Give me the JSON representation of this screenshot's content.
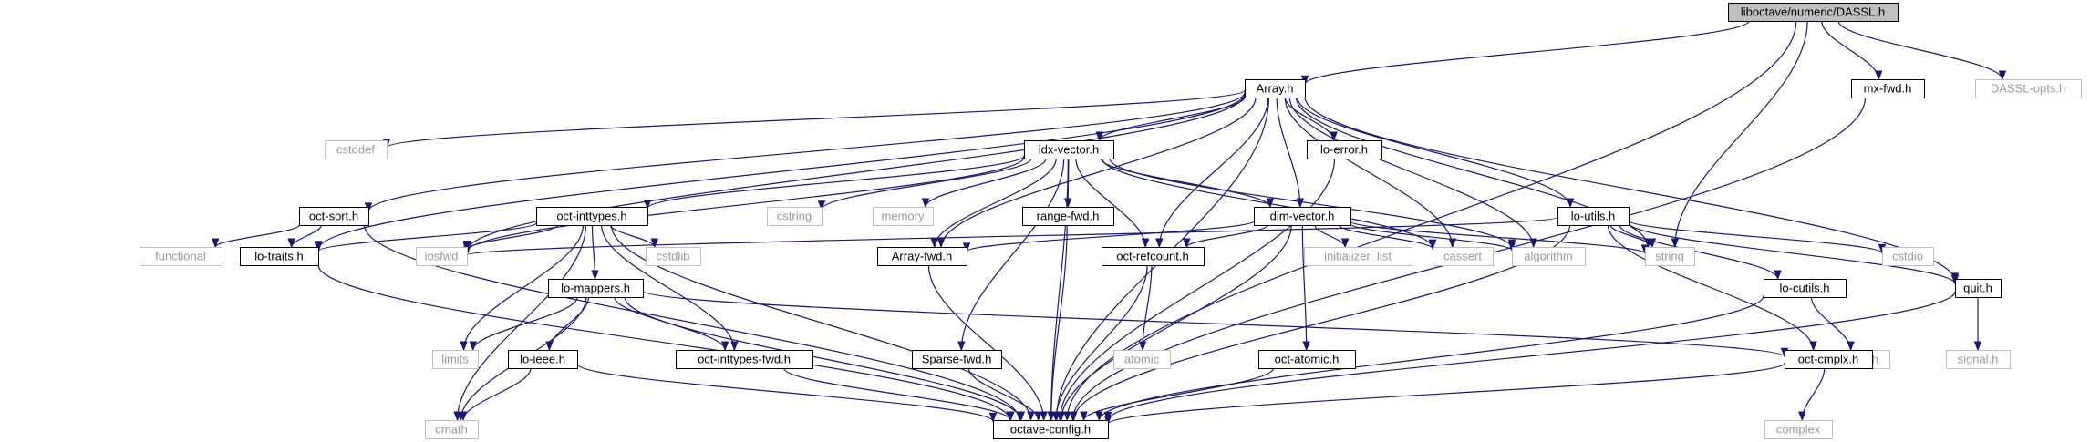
{
  "graph": {
    "root": "liboctave/numeric/DASSL.h",
    "colors": {
      "edge": "#191970",
      "root_fill": "#bfbfbf",
      "external_border": "#bfbfbf",
      "external_text": "#9a9a9a"
    },
    "nodes": [
      {
        "id": "dassl",
        "label": "liboctave/numeric/DASSL.h",
        "kind": "root"
      },
      {
        "id": "array",
        "label": "Array.h",
        "kind": "header"
      },
      {
        "id": "mxfwd",
        "label": "mx-fwd.h",
        "kind": "header"
      },
      {
        "id": "dasslopts",
        "label": "DASSL-opts.h",
        "kind": "external"
      },
      {
        "id": "cstddef",
        "label": "cstddef",
        "kind": "external"
      },
      {
        "id": "idxvector",
        "label": "idx-vector.h",
        "kind": "header"
      },
      {
        "id": "loerror",
        "label": "lo-error.h",
        "kind": "header"
      },
      {
        "id": "octsort",
        "label": "oct-sort.h",
        "kind": "header"
      },
      {
        "id": "octinttypes",
        "label": "oct-inttypes.h",
        "kind": "header"
      },
      {
        "id": "cstring",
        "label": "cstring",
        "kind": "external"
      },
      {
        "id": "memory",
        "label": "memory",
        "kind": "external"
      },
      {
        "id": "rangefwd",
        "label": "range-fwd.h",
        "kind": "header"
      },
      {
        "id": "dimvector",
        "label": "dim-vector.h",
        "kind": "header"
      },
      {
        "id": "loutils",
        "label": "lo-utils.h",
        "kind": "header"
      },
      {
        "id": "functional",
        "label": "functional",
        "kind": "external"
      },
      {
        "id": "lotraits",
        "label": "lo-traits.h",
        "kind": "header"
      },
      {
        "id": "iosfwd",
        "label": "iosfwd",
        "kind": "external"
      },
      {
        "id": "cstdlib",
        "label": "cstdlib",
        "kind": "external"
      },
      {
        "id": "arrayfwd",
        "label": "Array-fwd.h",
        "kind": "header"
      },
      {
        "id": "octrefcount",
        "label": "oct-refcount.h",
        "kind": "header"
      },
      {
        "id": "initlist",
        "label": "initializer_list",
        "kind": "external"
      },
      {
        "id": "cassert",
        "label": "cassert",
        "kind": "external"
      },
      {
        "id": "algorithm",
        "label": "algorithm",
        "kind": "external"
      },
      {
        "id": "string",
        "label": "string",
        "kind": "external"
      },
      {
        "id": "locutils",
        "label": "lo-cutils.h",
        "kind": "header"
      },
      {
        "id": "cstdio",
        "label": "cstdio",
        "kind": "external"
      },
      {
        "id": "quit",
        "label": "quit.h",
        "kind": "header"
      },
      {
        "id": "lomappers",
        "label": "lo-mappers.h",
        "kind": "header"
      },
      {
        "id": "limits",
        "label": "limits",
        "kind": "external"
      },
      {
        "id": "loieee",
        "label": "lo-ieee.h",
        "kind": "header"
      },
      {
        "id": "octinttypesfwd",
        "label": "oct-inttypes-fwd.h",
        "kind": "header"
      },
      {
        "id": "sparsefwd",
        "label": "Sparse-fwd.h",
        "kind": "header"
      },
      {
        "id": "atomic",
        "label": "atomic",
        "kind": "external"
      },
      {
        "id": "octatomic",
        "label": "oct-atomic.h",
        "kind": "header"
      },
      {
        "id": "stddef",
        "label": "stddef.h",
        "kind": "external"
      },
      {
        "id": "octcmplx",
        "label": "oct-cmplx.h",
        "kind": "header"
      },
      {
        "id": "signal",
        "label": "signal.h",
        "kind": "external"
      },
      {
        "id": "cmath",
        "label": "cmath",
        "kind": "external"
      },
      {
        "id": "octaveconfig",
        "label": "octave-config.h",
        "kind": "header"
      },
      {
        "id": "complex",
        "label": "complex",
        "kind": "external"
      }
    ],
    "edges": [
      [
        "dassl",
        "array"
      ],
      [
        "dassl",
        "mxfwd"
      ],
      [
        "dassl",
        "dasslopts"
      ],
      [
        "dassl",
        "string"
      ],
      [
        "dassl",
        "octaveconfig"
      ],
      [
        "array",
        "cstddef"
      ],
      [
        "array",
        "idxvector"
      ],
      [
        "array",
        "loerror"
      ],
      [
        "array",
        "octsort"
      ],
      [
        "array",
        "dimvector"
      ],
      [
        "array",
        "loutils"
      ],
      [
        "array",
        "lotraits"
      ],
      [
        "array",
        "iosfwd"
      ],
      [
        "array",
        "arrayfwd"
      ],
      [
        "array",
        "octrefcount"
      ],
      [
        "array",
        "cassert"
      ],
      [
        "array",
        "algorithm"
      ],
      [
        "array",
        "string"
      ],
      [
        "array",
        "quit"
      ],
      [
        "array",
        "octaveconfig"
      ],
      [
        "mxfwd",
        "octaveconfig"
      ],
      [
        "idxvector",
        "octinttypes"
      ],
      [
        "idxvector",
        "cstring"
      ],
      [
        "idxvector",
        "memory"
      ],
      [
        "idxvector",
        "rangefwd"
      ],
      [
        "idxvector",
        "dimvector"
      ],
      [
        "idxvector",
        "iosfwd"
      ],
      [
        "idxvector",
        "arrayfwd"
      ],
      [
        "idxvector",
        "octrefcount"
      ],
      [
        "idxvector",
        "cassert"
      ],
      [
        "idxvector",
        "algorithm"
      ],
      [
        "idxvector",
        "sparsefwd"
      ],
      [
        "idxvector",
        "octaveconfig"
      ],
      [
        "loerror",
        "octaveconfig"
      ],
      [
        "octsort",
        "functional"
      ],
      [
        "octsort",
        "lotraits"
      ],
      [
        "octsort",
        "octaveconfig"
      ],
      [
        "octinttypes",
        "lotraits"
      ],
      [
        "octinttypes",
        "iosfwd"
      ],
      [
        "octinttypes",
        "cstdlib"
      ],
      [
        "octinttypes",
        "lomappers"
      ],
      [
        "octinttypes",
        "limits"
      ],
      [
        "octinttypes",
        "octinttypesfwd"
      ],
      [
        "octinttypes",
        "cmath"
      ],
      [
        "octinttypes",
        "octaveconfig"
      ],
      [
        "rangefwd",
        "octaveconfig"
      ],
      [
        "dimvector",
        "arrayfwd"
      ],
      [
        "dimvector",
        "octrefcount"
      ],
      [
        "dimvector",
        "initlist"
      ],
      [
        "dimvector",
        "cassert"
      ],
      [
        "dimvector",
        "algorithm"
      ],
      [
        "dimvector",
        "string"
      ],
      [
        "dimvector",
        "octatomic"
      ],
      [
        "dimvector",
        "octaveconfig"
      ],
      [
        "loutils",
        "iosfwd"
      ],
      [
        "loutils",
        "string"
      ],
      [
        "loutils",
        "locutils"
      ],
      [
        "loutils",
        "cstdio"
      ],
      [
        "loutils",
        "quit"
      ],
      [
        "loutils",
        "octcmplx"
      ],
      [
        "loutils",
        "octaveconfig"
      ],
      [
        "lotraits",
        "octaveconfig"
      ],
      [
        "arrayfwd",
        "octaveconfig"
      ],
      [
        "octrefcount",
        "atomic"
      ],
      [
        "octrefcount",
        "octaveconfig"
      ],
      [
        "locutils",
        "stddef"
      ],
      [
        "locutils",
        "octaveconfig"
      ],
      [
        "quit",
        "signal"
      ],
      [
        "quit",
        "octaveconfig"
      ],
      [
        "lomappers",
        "limits"
      ],
      [
        "lomappers",
        "loieee"
      ],
      [
        "lomappers",
        "octinttypesfwd"
      ],
      [
        "lomappers",
        "octcmplx"
      ],
      [
        "lomappers",
        "cmath"
      ],
      [
        "lomappers",
        "octaveconfig"
      ],
      [
        "loieee",
        "cmath"
      ],
      [
        "loieee",
        "octaveconfig"
      ],
      [
        "octinttypesfwd",
        "octaveconfig"
      ],
      [
        "sparsefwd",
        "octaveconfig"
      ],
      [
        "octatomic",
        "octaveconfig"
      ],
      [
        "octcmplx",
        "complex"
      ],
      [
        "octcmplx",
        "octaveconfig"
      ]
    ]
  }
}
